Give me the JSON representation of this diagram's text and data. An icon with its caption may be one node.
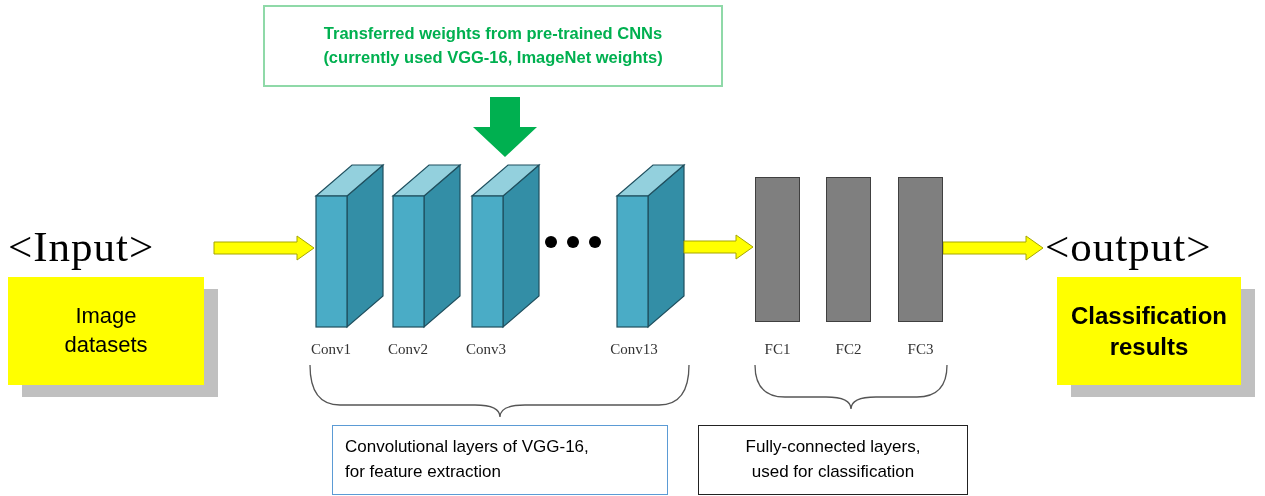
{
  "diagram": {
    "nodes": [
      {
        "text": [
          "Transferred weights from pre-trained CNNs (currently used VGG-16, ImageNet weights)"
        ]
      },
      {
        "text": [
          "<Input>",
          "Image datasets"
        ]
      },
      {
        "text": [],
        "shape": "box",
        "beside": [
          "Conv1"
        ]
      },
      {
        "text": [],
        "shape": "box",
        "beside": [
          "Conv2"
        ]
      },
      {
        "text": [],
        "shape": "box",
        "beside": [
          "Conv3"
        ]
      },
      {
        "text": [],
        "shape": "box",
        "beside": [
          "Conv13"
        ]
      },
      {
        "text": [],
        "shape": "bar",
        "beside": [
          "FC1"
        ]
      },
      {
        "text": [],
        "shape": "bar",
        "beside": [
          "FC2"
        ]
      },
      {
        "text": [],
        "shape": "bar",
        "beside": [
          "FC3"
        ]
      },
      {
        "text": [
          "<output>",
          "Classification results"
        ]
      },
      {
        "text": [
          "Convolutional layers of VGG-16, for feature extraction"
        ]
      },
      {
        "text": [
          "Fully-connected layers, used for classification"
        ]
      }
    ],
    "edges": [
      {
        "from": 0,
        "to": 4,
        "arrow": "to",
        "color": "#00b050"
      },
      {
        "from": 1,
        "to": 2,
        "arrow": "to"
      },
      {
        "from": 5,
        "to": 6,
        "arrow": "to"
      },
      {
        "from": 8,
        "to": 9,
        "arrow": "to"
      }
    ]
  }
}
